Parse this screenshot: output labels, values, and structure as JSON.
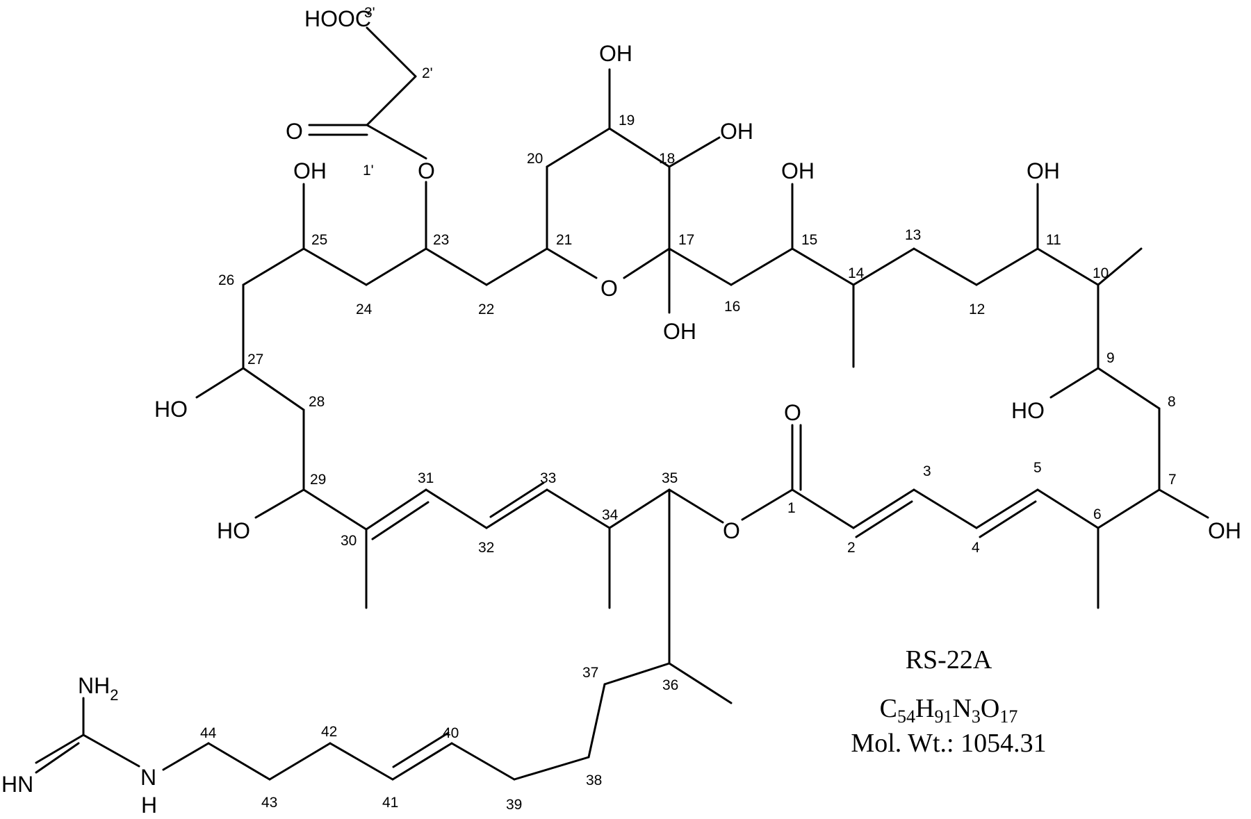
{
  "compound": {
    "name": "RS-22A",
    "formula": {
      "C": "C",
      "c_count": "54",
      "H": "H",
      "h_count": "91",
      "N": "N",
      "n_count": "3",
      "O": "O",
      "o_count": "17"
    },
    "mol_wt": "Mol. Wt.: 1054.31"
  },
  "groups": {
    "hooc": "HOOC",
    "oh": "OH",
    "ho": "HO",
    "o": "O",
    "nh": "NH",
    "nh_sub": "2",
    "hn": "HN",
    "n": "N",
    "h": "H"
  },
  "positions": [
    "1",
    "2",
    "3",
    "4",
    "5",
    "6",
    "7",
    "8",
    "9",
    "10",
    "11",
    "12",
    "13",
    "14",
    "15",
    "16",
    "17",
    "18",
    "19",
    "20",
    "21",
    "22",
    "23",
    "24",
    "25",
    "26",
    "27",
    "28",
    "29",
    "30",
    "31",
    "32",
    "33",
    "34",
    "35",
    "36",
    "37",
    "38",
    "39",
    "40",
    "41",
    "42",
    "43",
    "44"
  ],
  "prime_positions": [
    "1'",
    "2'",
    "3'"
  ]
}
